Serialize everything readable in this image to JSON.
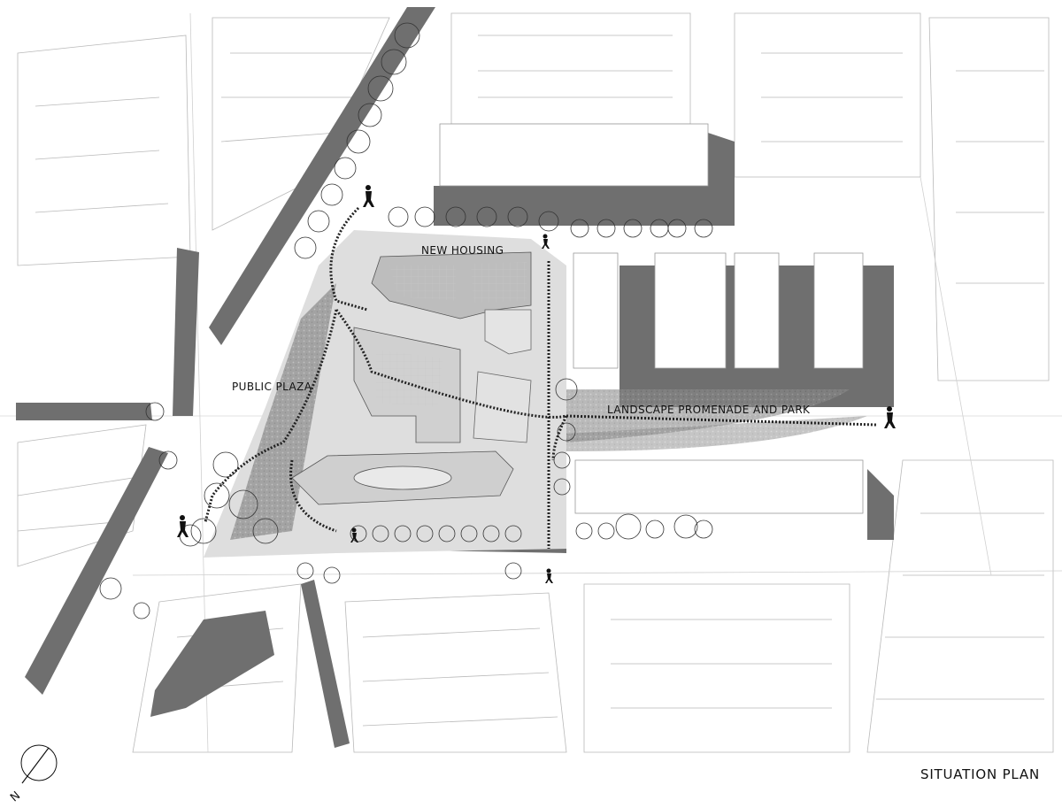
{
  "labels": {
    "new_housing": "NEW HOUSING",
    "public_plaza": "PUBLIC PLAZA",
    "landscape": "LANDSCAPE PROMENADE AND PARK",
    "title": "SITUATION PLAN",
    "north": "N"
  },
  "colors": {
    "background": "#ffffff",
    "shadow": "#6f6f6f",
    "plaza": "#d6d6d6",
    "lines": "#9a9a9a",
    "path": "#222222"
  }
}
